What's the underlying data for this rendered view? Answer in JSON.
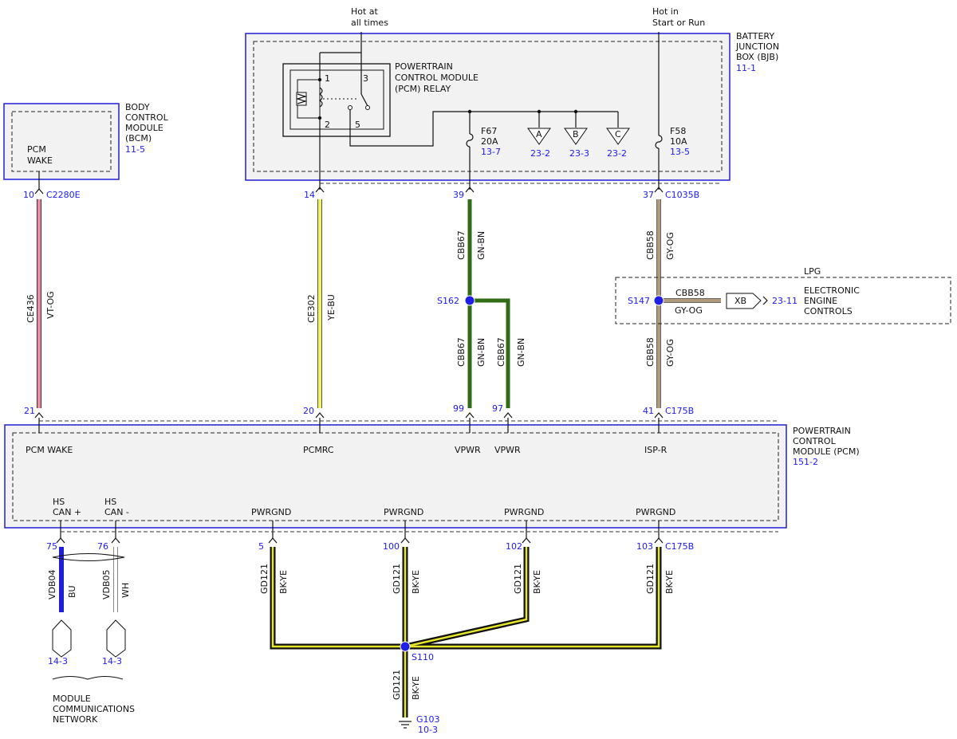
{
  "power": {
    "hot_all_times_1": "Hot at",
    "hot_all_times_2": "all times",
    "hot_start_run_1": "Hot in",
    "hot_start_run_2": "Start or Run"
  },
  "bjb": {
    "title_1": "BATTERY",
    "title_2": "JUNCTION",
    "title_3": "BOX (BJB)",
    "ref": "11-1"
  },
  "relay": {
    "title_1": "POWERTRAIN",
    "title_2": "CONTROL MODULE",
    "title_3": "(PCM) RELAY",
    "pin1": "1",
    "pin2": "2",
    "pin3": "3",
    "pin5": "5"
  },
  "fuse_f67": {
    "name": "F67",
    "rating": "20A",
    "ref": "13-7"
  },
  "fuse_f58": {
    "name": "F58",
    "rating": "10A",
    "ref": "13-5"
  },
  "offpage": [
    {
      "letter": "A",
      "ref": "23-2"
    },
    {
      "letter": "B",
      "ref": "23-3"
    },
    {
      "letter": "C",
      "ref": "23-2"
    }
  ],
  "bcm": {
    "title_1": "BODY",
    "title_2": "CONTROL",
    "title_3": "MODULE",
    "title_4": "(BCM)",
    "ref": "11-5",
    "pin_1": "PCM",
    "pin_2": "WAKE",
    "pin_no": "10",
    "connector": "C2280E"
  },
  "wires_top": {
    "ce436": {
      "circuit": "CE436",
      "color": "VT-OG",
      "pcm_pin": "21"
    },
    "ce302": {
      "circuit": "CE302",
      "color": "YE-BU",
      "bjb_pin": "14",
      "pcm_pin": "20"
    },
    "cbb67": {
      "circuit": "CBB67",
      "color": "GN-BN",
      "bjb_pin": "39",
      "pcm_pin_a": "99",
      "pcm_pin_b": "97",
      "splice": "S162"
    },
    "cbb58": {
      "circuit": "CBB58",
      "color": "GY-OG",
      "bjb_pin": "37",
      "bjb_conn": "C1035B",
      "pcm_pin": "41",
      "pcm_conn": "C175B",
      "splice": "S147"
    }
  },
  "lpg": {
    "title": "LPG",
    "circuit": "CBB58",
    "color": "GY-OG",
    "connector": "XB",
    "ref": "23-11",
    "dest_1": "ELECTRONIC",
    "dest_2": "ENGINE",
    "dest_3": "CONTROLS"
  },
  "pcm": {
    "title_1": "POWERTRAIN",
    "title_2": "CONTROL",
    "title_3": "MODULE (PCM)",
    "ref": "151-2",
    "pins_top": [
      "PCM WAKE",
      "PCMRC",
      "VPWR",
      "VPWR",
      "ISP-R"
    ],
    "hs_can_plus_1": "HS",
    "hs_can_plus_2": "CAN +",
    "hs_can_minus_1": "HS",
    "hs_can_minus_2": "CAN -",
    "pwrgnd": "PWRGND"
  },
  "bottom": {
    "can_plus": {
      "pin": "75",
      "circuit": "VDB04",
      "color": "BU",
      "ref": "14-3"
    },
    "can_minus": {
      "pin": "76",
      "circuit": "VDB05",
      "color": "WH",
      "ref": "14-3"
    },
    "gnd_pins": [
      "5",
      "100",
      "102",
      "103"
    ],
    "gnd_conn": "C175B",
    "gnd_circuit": "GD121",
    "gnd_color": "BK-YE",
    "splice": "S110",
    "ground": "G103",
    "ground_ref": "10-3",
    "network_1": "MODULE",
    "network_2": "COMMUNICATIONS",
    "network_3": "NETWORK"
  },
  "colors": {
    "box_border": "#1f1fd6",
    "ref_text": "#1a1aff",
    "vt_og": "#f08aa0",
    "ye_bu": "#f3f35a",
    "gn_bn": "#2f6e14",
    "gy_og": "#b09a7a",
    "bk_ye": "#e6e62a",
    "bu": "#1f1fd6",
    "splice": "#1f1fe6"
  }
}
